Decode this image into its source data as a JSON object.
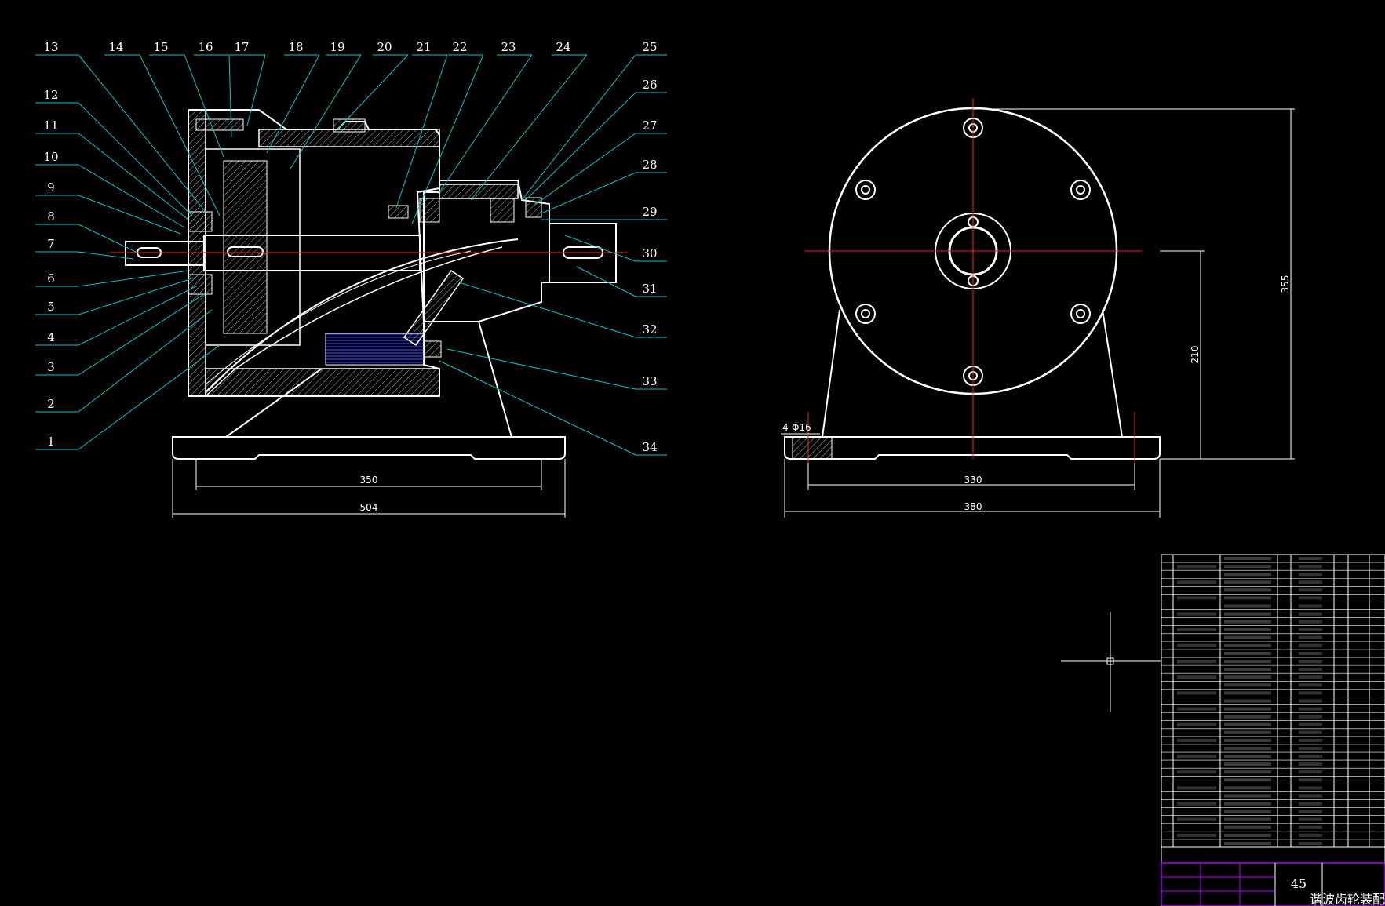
{
  "callouts_left": [
    "13",
    "12",
    "11",
    "10",
    "9",
    "8",
    "7",
    "6",
    "5",
    "4",
    "3",
    "2",
    "1"
  ],
  "callouts_top": [
    "14",
    "15",
    "16",
    "17",
    "18",
    "19",
    "20",
    "21",
    "22",
    "23",
    "24",
    "25"
  ],
  "callouts_right": [
    "26",
    "27",
    "28",
    "29",
    "30",
    "31",
    "32",
    "33",
    "34"
  ],
  "dims": {
    "len_350": "350",
    "len_504": "504",
    "len_330": "330",
    "len_380": "380",
    "h_210": "210",
    "h_355": "355",
    "holes": "4-Φ16"
  },
  "title_block": {
    "part_count": "45",
    "drawing_title": "谐波齿轮装配图"
  },
  "colors": {
    "leader": "#00c8c8",
    "center": "#ff2020",
    "line": "#ffffff",
    "hatch": "#bbbbbb",
    "border": "#b000ff",
    "oil": "#2020c0"
  }
}
